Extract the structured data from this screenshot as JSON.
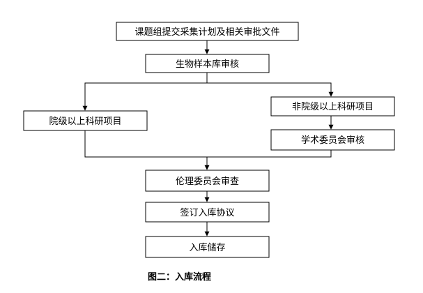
{
  "flowchart": {
    "nodes": {
      "submit_documents": "课题组提交采集计划及相关审批文件",
      "biobank_review": "生物样本库审核",
      "hospital_project": "院级以上科研项目",
      "non_hospital_project": "非院级以上科研项目",
      "academic_committee_review": "学术委员会审核",
      "ethics_committee_review": "伦理委员会审查",
      "sign_agreement": "签订入库协议",
      "storage": "入库储存"
    },
    "caption": "图二：入库流程"
  }
}
